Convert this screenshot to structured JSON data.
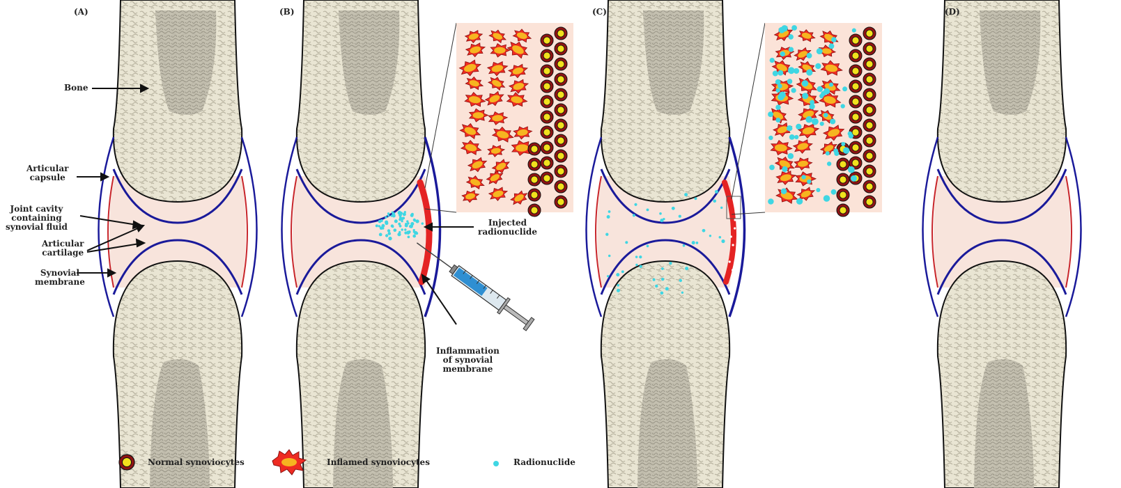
{
  "panels": {
    "a": {
      "label": "(A)"
    },
    "b": {
      "label": "(B)"
    },
    "c": {
      "label": "(C)"
    },
    "d": {
      "label": "(D)"
    }
  },
  "annotations": {
    "bone": "Bone",
    "articular_capsule": [
      "Articular",
      "capsule"
    ],
    "joint_cavity": [
      "Joint cavity",
      "containing",
      "synovial fluid"
    ],
    "articular_cartilage": [
      "Articular",
      "cartilage"
    ],
    "synovial_membrane": [
      "Synovial",
      "membrane"
    ],
    "injected_radionuclide": [
      "Injected",
      "radionuclide"
    ],
    "inflammation": [
      "Inflammation",
      "of synovial",
      "membrane"
    ]
  },
  "legend": {
    "normal": "Normal synoviocytes",
    "inflamed": "Inflamed synoviocytes",
    "radionuclide": "Radionuclide"
  },
  "colors": {
    "bone_fill": "#e9e5d3",
    "bone_marrow": "#bdb9aa",
    "synovial_fluid": "#f8e4dc",
    "capsule": "#1a1a9a",
    "membrane": "#c8252a",
    "inflamed_membrane": "#e42323",
    "radionuclide": "#3fd6e3",
    "inset_bg": "#fbe3d8",
    "inflamed_cell_outer": "#ee2b22",
    "inflamed_cell_inner": "#f6b520",
    "normal_cell_outer": "#8f1414",
    "normal_cell_inner": "#f2e11d"
  }
}
